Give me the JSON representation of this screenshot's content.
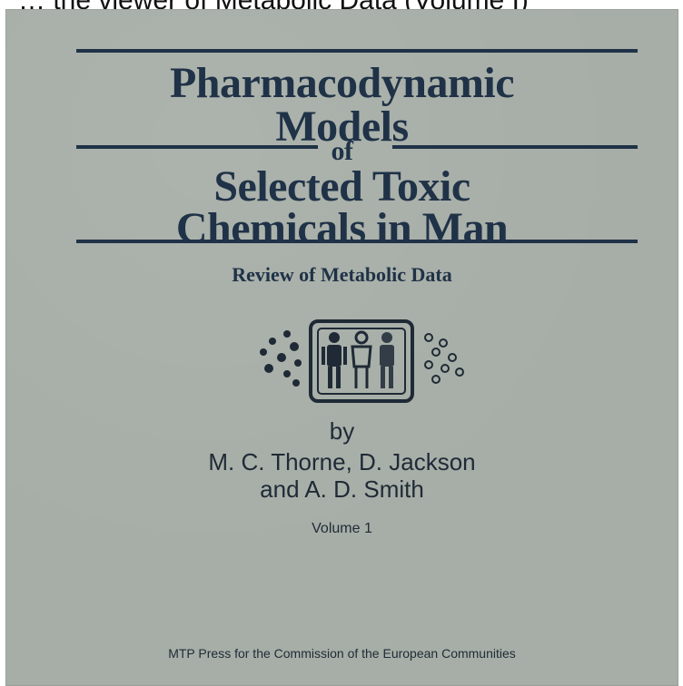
{
  "header_strip": "… the viewer of Metabolic Data (Volume I)",
  "book": {
    "title_line1": "Pharmacodynamic",
    "title_line2": "Models",
    "title_line3": "of",
    "title_line4": "Selected Toxic",
    "title_line5": "Chemicals in Man",
    "subtitle": "Review of Metabolic Data",
    "by": "by",
    "authors_line1": "M. C. Thorne, D. Jackson",
    "authors_line2": "and A. D. Smith",
    "volume": "Volume 1",
    "publisher": "MTP Press for the Commission of the European Communities"
  },
  "colors": {
    "cover_bg": "#a7aea7",
    "title_ink": "#1f3247",
    "text_ink": "#1f2a36"
  },
  "icons": [
    "human-figures-logo"
  ]
}
